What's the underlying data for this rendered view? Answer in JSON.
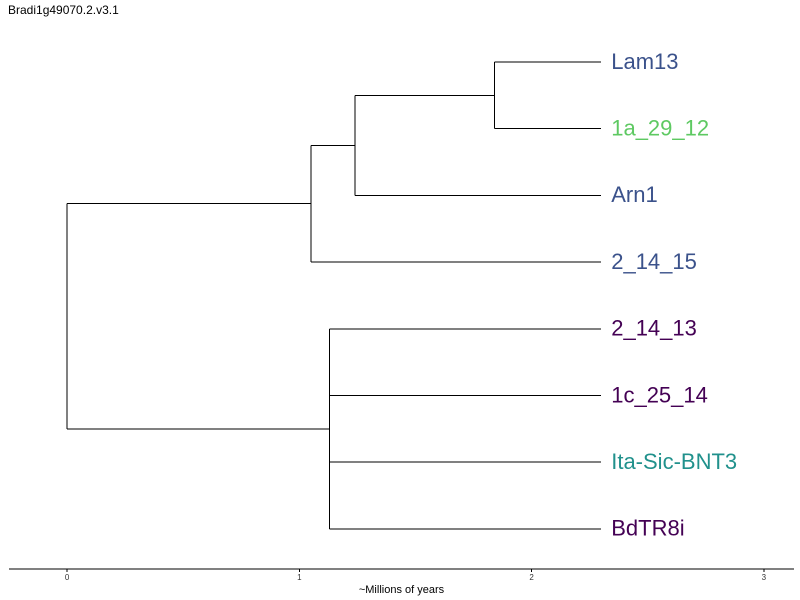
{
  "title": "Bradi1g49070.2.v3.1",
  "axis": {
    "label": "~Millions of years",
    "ticks": [
      0,
      1,
      2,
      3
    ],
    "range": [
      -0.25,
      3.13
    ]
  },
  "colors": {
    "branch": "#000000",
    "blue": "#3b528b",
    "green": "#5ec962",
    "purple": "#440154",
    "teal": "#21918c"
  },
  "tree": {
    "tips": [
      {
        "name": "Lam13",
        "color": "#3b528b"
      },
      {
        "name": "1a_29_12",
        "color": "#5ec962"
      },
      {
        "name": "Arn1",
        "color": "#3b528b"
      },
      {
        "name": "2_14_15",
        "color": "#3b528b"
      },
      {
        "name": "2_14_13",
        "color": "#440154"
      },
      {
        "name": "1c_25_14",
        "color": "#440154"
      },
      {
        "name": "Ita-Sic-BNT3",
        "color": "#21918c"
      },
      {
        "name": "BdTR8i",
        "color": "#440154"
      }
    ],
    "tip_age": 2.3,
    "nodes": [
      {
        "id": "root",
        "age": 0.0,
        "children": [
          "A",
          "B"
        ]
      },
      {
        "id": "A",
        "age": 1.05,
        "children": [
          "C",
          "2_14_15"
        ]
      },
      {
        "id": "C",
        "age": 1.24,
        "children": [
          "D",
          "Arn1"
        ]
      },
      {
        "id": "D",
        "age": 1.84,
        "children": [
          "Lam13",
          "1a_29_12"
        ]
      },
      {
        "id": "B",
        "age": 1.13,
        "children": [
          "2_14_13",
          "1c_25_14",
          "Ita-Sic-BNT3",
          "BdTR8i"
        ]
      }
    ]
  }
}
